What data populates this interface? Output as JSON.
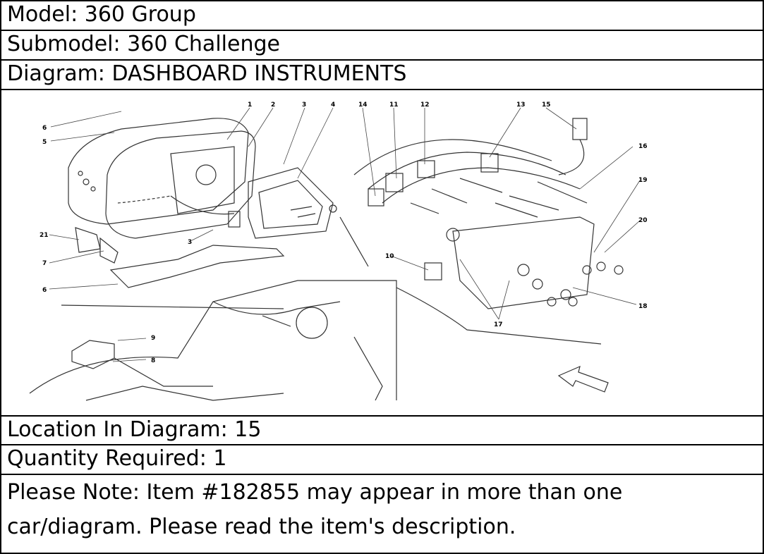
{
  "header": {
    "model_label": "Model:",
    "model_value": "360 Group",
    "submodel_label": "Submodel:",
    "submodel_value": "360 Challenge",
    "diagram_label": "Diagram:",
    "diagram_value": "DASHBOARD INSTRUMENTS"
  },
  "callouts": [
    "1",
    "2",
    "3",
    "4",
    "5",
    "6",
    "3",
    "21",
    "7",
    "6",
    "9",
    "8",
    "14",
    "11",
    "12",
    "13",
    "15",
    "16",
    "19",
    "20",
    "10",
    "18",
    "17"
  ],
  "footer": {
    "location_label": "Location In Diagram:",
    "location_value": "15",
    "quantity_label": "Quantity Required:",
    "quantity_value": "1",
    "note_line1": "Please Note: Item #182855 may appear in more than one",
    "note_line2": "car/diagram. Please read the item's description."
  }
}
